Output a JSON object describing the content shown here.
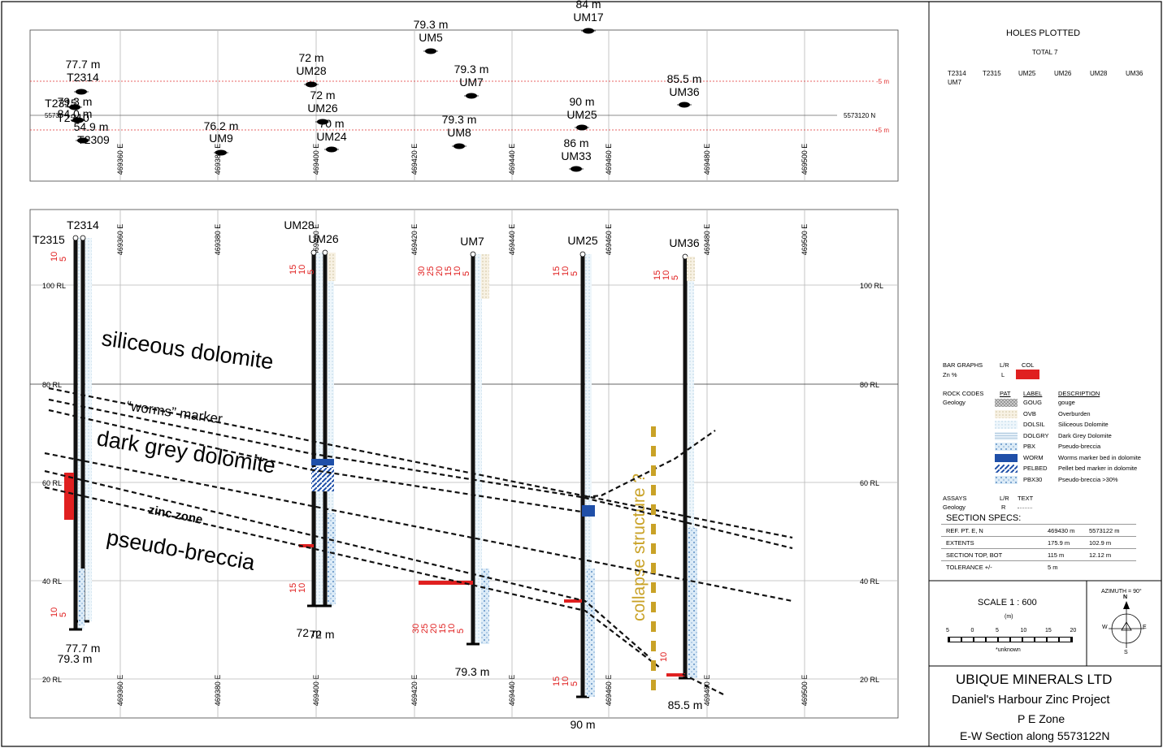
{
  "plan": {
    "northing": "5573120 N",
    "offsets": {
      "minus5": "-5 m",
      "plus5": "+5 m"
    },
    "eastings": [
      "469360 E",
      "469380 E",
      "469400 E",
      "469420 E",
      "469440 E",
      "469460 E",
      "469480 E",
      "469500 E"
    ],
    "holes": [
      {
        "id": "T2314",
        "depth": "77.7 m"
      },
      {
        "id": "T2315",
        "depth": "79.3 m"
      },
      {
        "id": "T2310",
        "depth": "84.0 m"
      },
      {
        "id": "T2309",
        "depth": "54.9 m"
      },
      {
        "id": "UM9",
        "depth": "76.2 m"
      },
      {
        "id": "UM28",
        "depth": "72 m"
      },
      {
        "id": "UM26",
        "depth": "72 m"
      },
      {
        "id": "UM24",
        "depth": "70 m"
      },
      {
        "id": "UM5",
        "depth": "79.3 m"
      },
      {
        "id": "UM7",
        "depth": "79.3 m"
      },
      {
        "id": "UM8",
        "depth": "79.3 m"
      },
      {
        "id": "UM17",
        "depth": "84 m"
      },
      {
        "id": "UM25",
        "depth": "90 m"
      },
      {
        "id": "UM33",
        "depth": "86 m"
      },
      {
        "id": "UM36",
        "depth": "85.5 m"
      }
    ]
  },
  "section": {
    "eastings": [
      "469360 E",
      "469380 E",
      "469400 E",
      "469420 E",
      "469440 E",
      "469460 E",
      "469480 E",
      "469500 E"
    ],
    "rl_labels": [
      "100 RL",
      "80 RL",
      "60 RL",
      "40 RL",
      "20 RL"
    ],
    "holes": [
      {
        "id": "T2314",
        "bottom": "77.7 m"
      },
      {
        "id": "T2315",
        "bottom": "79.3 m"
      },
      {
        "id": "UM28",
        "bottom": "72 m"
      },
      {
        "id": "UM26",
        "bottom": "72 m"
      },
      {
        "id": "UM7",
        "bottom": "79.3 m"
      },
      {
        "id": "UM25",
        "bottom": "90 m"
      },
      {
        "id": "UM36",
        "bottom": "85.5 m"
      }
    ],
    "units": {
      "siliceous": "siliceous dolomite",
      "worms": "“worms” marker",
      "dark_grey": "dark grey dolomite",
      "zinc": "zinc zone",
      "breccia": "pseudo-breccia",
      "collapse": "collapse structure ?"
    }
  },
  "legend": {
    "holes_plotted": "HOLES PLOTTED",
    "total": "TOTAL 7",
    "holes_list": [
      "T2314",
      "T2315",
      "UM25",
      "UM26",
      "UM28",
      "UM36",
      "UM7"
    ],
    "bar_graphs": "BAR GRAPHS",
    "lr": "L/R",
    "col": "COL",
    "zn": "Zn %",
    "zn_lr": "L",
    "rock_codes": "ROCK CODES",
    "geology": "Geology",
    "pat": "PAT",
    "label": "LABEL",
    "description": "DESCRIPTION",
    "codes": [
      {
        "code": "GOUG",
        "desc": "gouge"
      },
      {
        "code": "OVB",
        "desc": "Overburden"
      },
      {
        "code": "DOLSIL",
        "desc": "Siliceous Dolomite"
      },
      {
        "code": "DOLGRY",
        "desc": "Dark Grey Dolomite"
      },
      {
        "code": "PBX",
        "desc": "Pseudo-breccia"
      },
      {
        "code": "WORM",
        "desc": "Worms marker bed in dolomite"
      },
      {
        "code": "PELBED",
        "desc": "Pellet bed marker in dolomite"
      },
      {
        "code": "PBX30",
        "desc": "Pseudo-breccia >30%"
      }
    ],
    "assays": "ASSAYS",
    "assays_lr": "R",
    "text": "TEXT",
    "section_specs": "SECTION  SPECS:",
    "specs": [
      {
        "label": "REF. PT.  E, N",
        "v1": "469430 m",
        "v2": "5573122 m"
      },
      {
        "label": "EXTENTS",
        "v1": "175.9 m",
        "v2": "102.9 m"
      },
      {
        "label": "SECTION TOP, BOT",
        "v1": "115 m",
        "v2": "12.12 m"
      },
      {
        "label": "TOLERANCE  +/-",
        "v1": "5 m",
        "v2": ""
      }
    ],
    "scale": "SCALE  1 : 600",
    "scale_unit": "(m)",
    "scale_ticks": [
      "5",
      "0",
      "5",
      "10",
      "15",
      "20"
    ],
    "unknown": "*unknown",
    "azimuth": "AZIMUTH = 90°",
    "compass": {
      "n": "N",
      "s": "S",
      "e": "E",
      "w": "W"
    },
    "company": "UBIQUE MINERALS LTD",
    "project": "Daniel's Harbour Zinc Project",
    "zone": "P E Zone",
    "section_title": "E-W Section along 5573122N"
  },
  "colors": {
    "assay": "#e02020",
    "worm": "#1f4fa8",
    "collapse": "#c9a227",
    "grid": "#b8b8b8",
    "offset": "#e03030"
  }
}
